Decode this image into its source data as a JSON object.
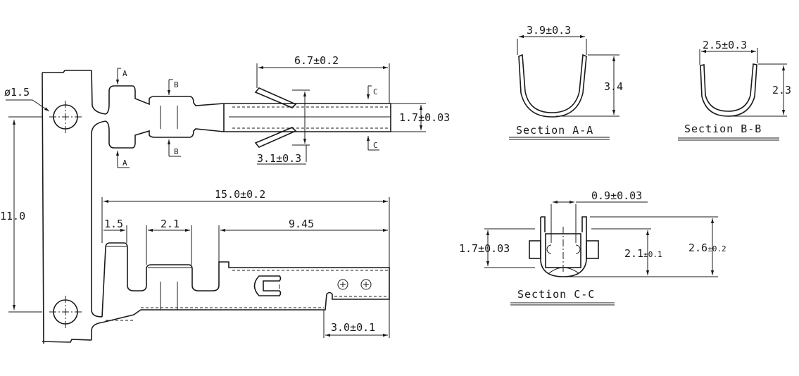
{
  "drawing": {
    "top_view": {
      "hole_diameter": "ø1.5",
      "pitch": "11.0",
      "contact_length": "6.7±0.2",
      "contact_width": "1.7±0.03",
      "lance_span": "3.1±0.3",
      "section_marks": {
        "a": "A",
        "b": "B",
        "c": "C"
      }
    },
    "side_view": {
      "overall_length": "15.0±0.2",
      "insulation_crimp": "1.5",
      "wire_crimp": "2.1",
      "contact_part": "9.45",
      "tip_length": "3.0±0.1"
    },
    "section_a": {
      "title": "Section A-A",
      "width": "3.9±0.3",
      "height": "3.4"
    },
    "section_b": {
      "title": "Section B-B",
      "width": "2.5±0.3",
      "height": "2.3"
    },
    "section_c": {
      "title": "Section C-C",
      "slot": "0.9±0.03",
      "inner": "1.7±0.03",
      "inner_height_main": "2.1",
      "inner_height_tol": "±0.1",
      "outer_height_main": "2.6",
      "outer_height_tol": "±0.2"
    }
  }
}
